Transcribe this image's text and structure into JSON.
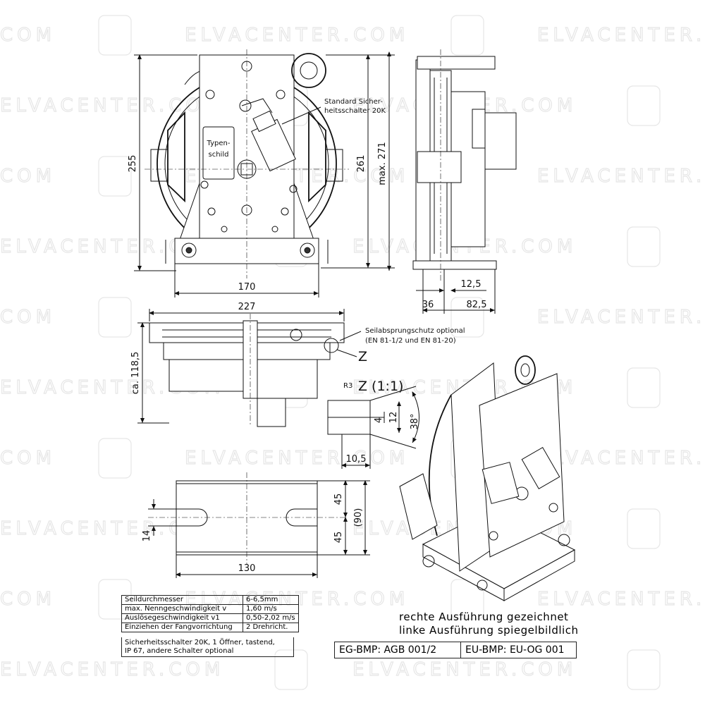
{
  "watermark": "ELVACENTER.COM",
  "watermark_short": "COM",
  "front_view": {
    "dim_height_255": "255",
    "dim_height_261": "261",
    "dim_height_max271": "max. 271",
    "dim_width_170": "170",
    "label_typenschild_1": "Typen-",
    "label_typenschild_2": "schild",
    "callout_switch_1": "Standard Sicher-",
    "callout_switch_2": "heitsschalter 20K"
  },
  "side_view": {
    "dim_12_5": "12,5",
    "dim_36": "36",
    "dim_82_5": "82,5"
  },
  "top_view": {
    "dim_227": "227",
    "dim_118_5": "ca. 118,5",
    "callout_rope_1": "Seilabsprungschutz optional",
    "callout_rope_2": "(EN 81-1/2 und EN 81-20)",
    "detail_mark": "Z"
  },
  "detail_z": {
    "title": "Z  (1:1)",
    "dim_radius": "R3",
    "dim_4": "4",
    "dim_12": "12",
    "dim_38": "38°",
    "dim_10_5": "10,5"
  },
  "base_plate": {
    "dim_45_top": "45",
    "dim_90": "(90)",
    "dim_45_bottom": "45",
    "dim_14": "14",
    "dim_130": "130"
  },
  "spec_table": {
    "rows": [
      {
        "label": "Seildurchmesser",
        "value": "6-6,5mm"
      },
      {
        "label": "max. Nenngeschwindigkeit v",
        "value": "1,60 m/s"
      },
      {
        "label": "Auslösegeschwindigkeit v1",
        "value": "0,50-2,02 m/s"
      },
      {
        "label": "Einziehen der Fangvorrichtung",
        "value": "2 Drehricht."
      }
    ],
    "note_line1": "Sicherheitsschalter 20K, 1 Öffner, tastend,",
    "note_line2": "IP 67, andere Schalter optional"
  },
  "execution_note_1": "rechte Ausführung gezeichnet",
  "execution_note_2": "linke Ausführung spiegelbildlich",
  "approval": {
    "eg_bmp": "EG-BMP: AGB 001/2",
    "eu_bmp": "EU-BMP: EU-OG 001"
  }
}
